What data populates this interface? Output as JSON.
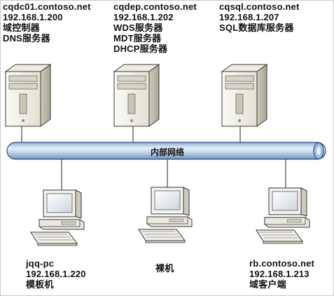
{
  "network": {
    "label": "内部网络",
    "color": "#b7cde6"
  },
  "servers": [
    {
      "name": "server-dc",
      "host": "cqdc01.contoso.net",
      "ip": "192.168.1.200",
      "roles": [
        "域控制器",
        "DNS服务器"
      ]
    },
    {
      "name": "server-dep",
      "host": "cqdep.contoso.net",
      "ip": "192.168.1.202",
      "roles": [
        "WDS服务器",
        "MDT服务器",
        "DHCP服务器"
      ]
    },
    {
      "name": "server-sql",
      "host": "cqsql.contoso.net",
      "ip": "192.168.1.207",
      "roles": [
        "SQL数据库服务器"
      ]
    }
  ],
  "clients": [
    {
      "name": "client-template",
      "lines": [
        "jqq-pc",
        "192.168.1.220",
        "模板机"
      ]
    },
    {
      "name": "client-bare",
      "lines": [
        "裸机"
      ]
    },
    {
      "name": "client-rb",
      "lines": [
        "rb.contoso.net",
        "192.168.1.213",
        "域客户端"
      ]
    }
  ],
  "colors": {
    "server_light": "#f2f0e8",
    "server_dark": "#d6d2c4",
    "line": "#222222",
    "monitor_screen": "#e9ecef"
  },
  "icons": {
    "server": "server-tower-icon",
    "client": "desktop-computer-icon"
  }
}
